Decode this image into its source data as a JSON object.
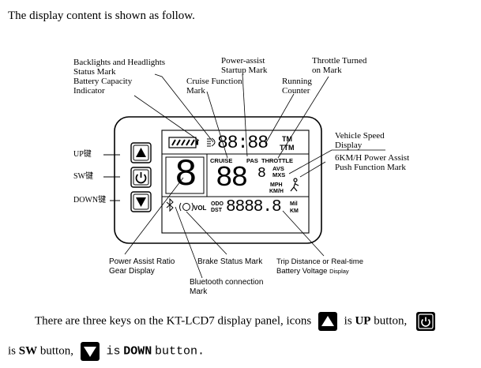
{
  "heading": "The display content is shown as follow.",
  "callouts": {
    "backlight": "Backlights and Headlights\nStatus Mark",
    "battery": "Battery Capacity\nIndicator",
    "cruise": "Cruise Function\nMark",
    "power_assist_startup": "Power-assist\nStartup Mark",
    "running_counter": "Running\nCounter",
    "throttle": "Throttle Turned\non Mark",
    "vehicle_speed": "Vehicle Speed\nDisplay",
    "push_assist": "6KM/H Power Assist\nPush Function Mark",
    "gear": "Power Assist Ratio\nGear Display",
    "brake": "Brake Status Mark",
    "bluetooth": "Bluetooth connection\nMark",
    "trip_prefix": "Trip Distance or Real-time\nBattery Voltage ",
    "trip_suffix": "Display"
  },
  "keys": {
    "up": "UP键",
    "sw": "SW键",
    "down": "DOWN键"
  },
  "lcd": {
    "clock": "88:88",
    "tm": "TM",
    "ttm": "TTM",
    "cruise": "CRUISE",
    "pas": "PAS",
    "throttle": "THROTTLE",
    "gear_digit": "8",
    "speed": "88",
    "speed_small": "8",
    "avs": "AVS",
    "mxs": "MXS",
    "mph": "MPH",
    "kmh": "KM/H",
    "vol": "VOL",
    "odo": "ODO",
    "dst": "DST",
    "dist": "8888.8",
    "mil": "Mil",
    "km": "KM"
  },
  "para1": {
    "t1": "There are three keys on the KT-LCD7 display panel, icons",
    "t2": "is",
    "t3": "UP",
    "t4": "button,"
  },
  "para2": {
    "t1": "is",
    "t2": "SW",
    "t3": "button,",
    "t4": "is",
    "t5": "DOWN",
    "t6": "button."
  }
}
